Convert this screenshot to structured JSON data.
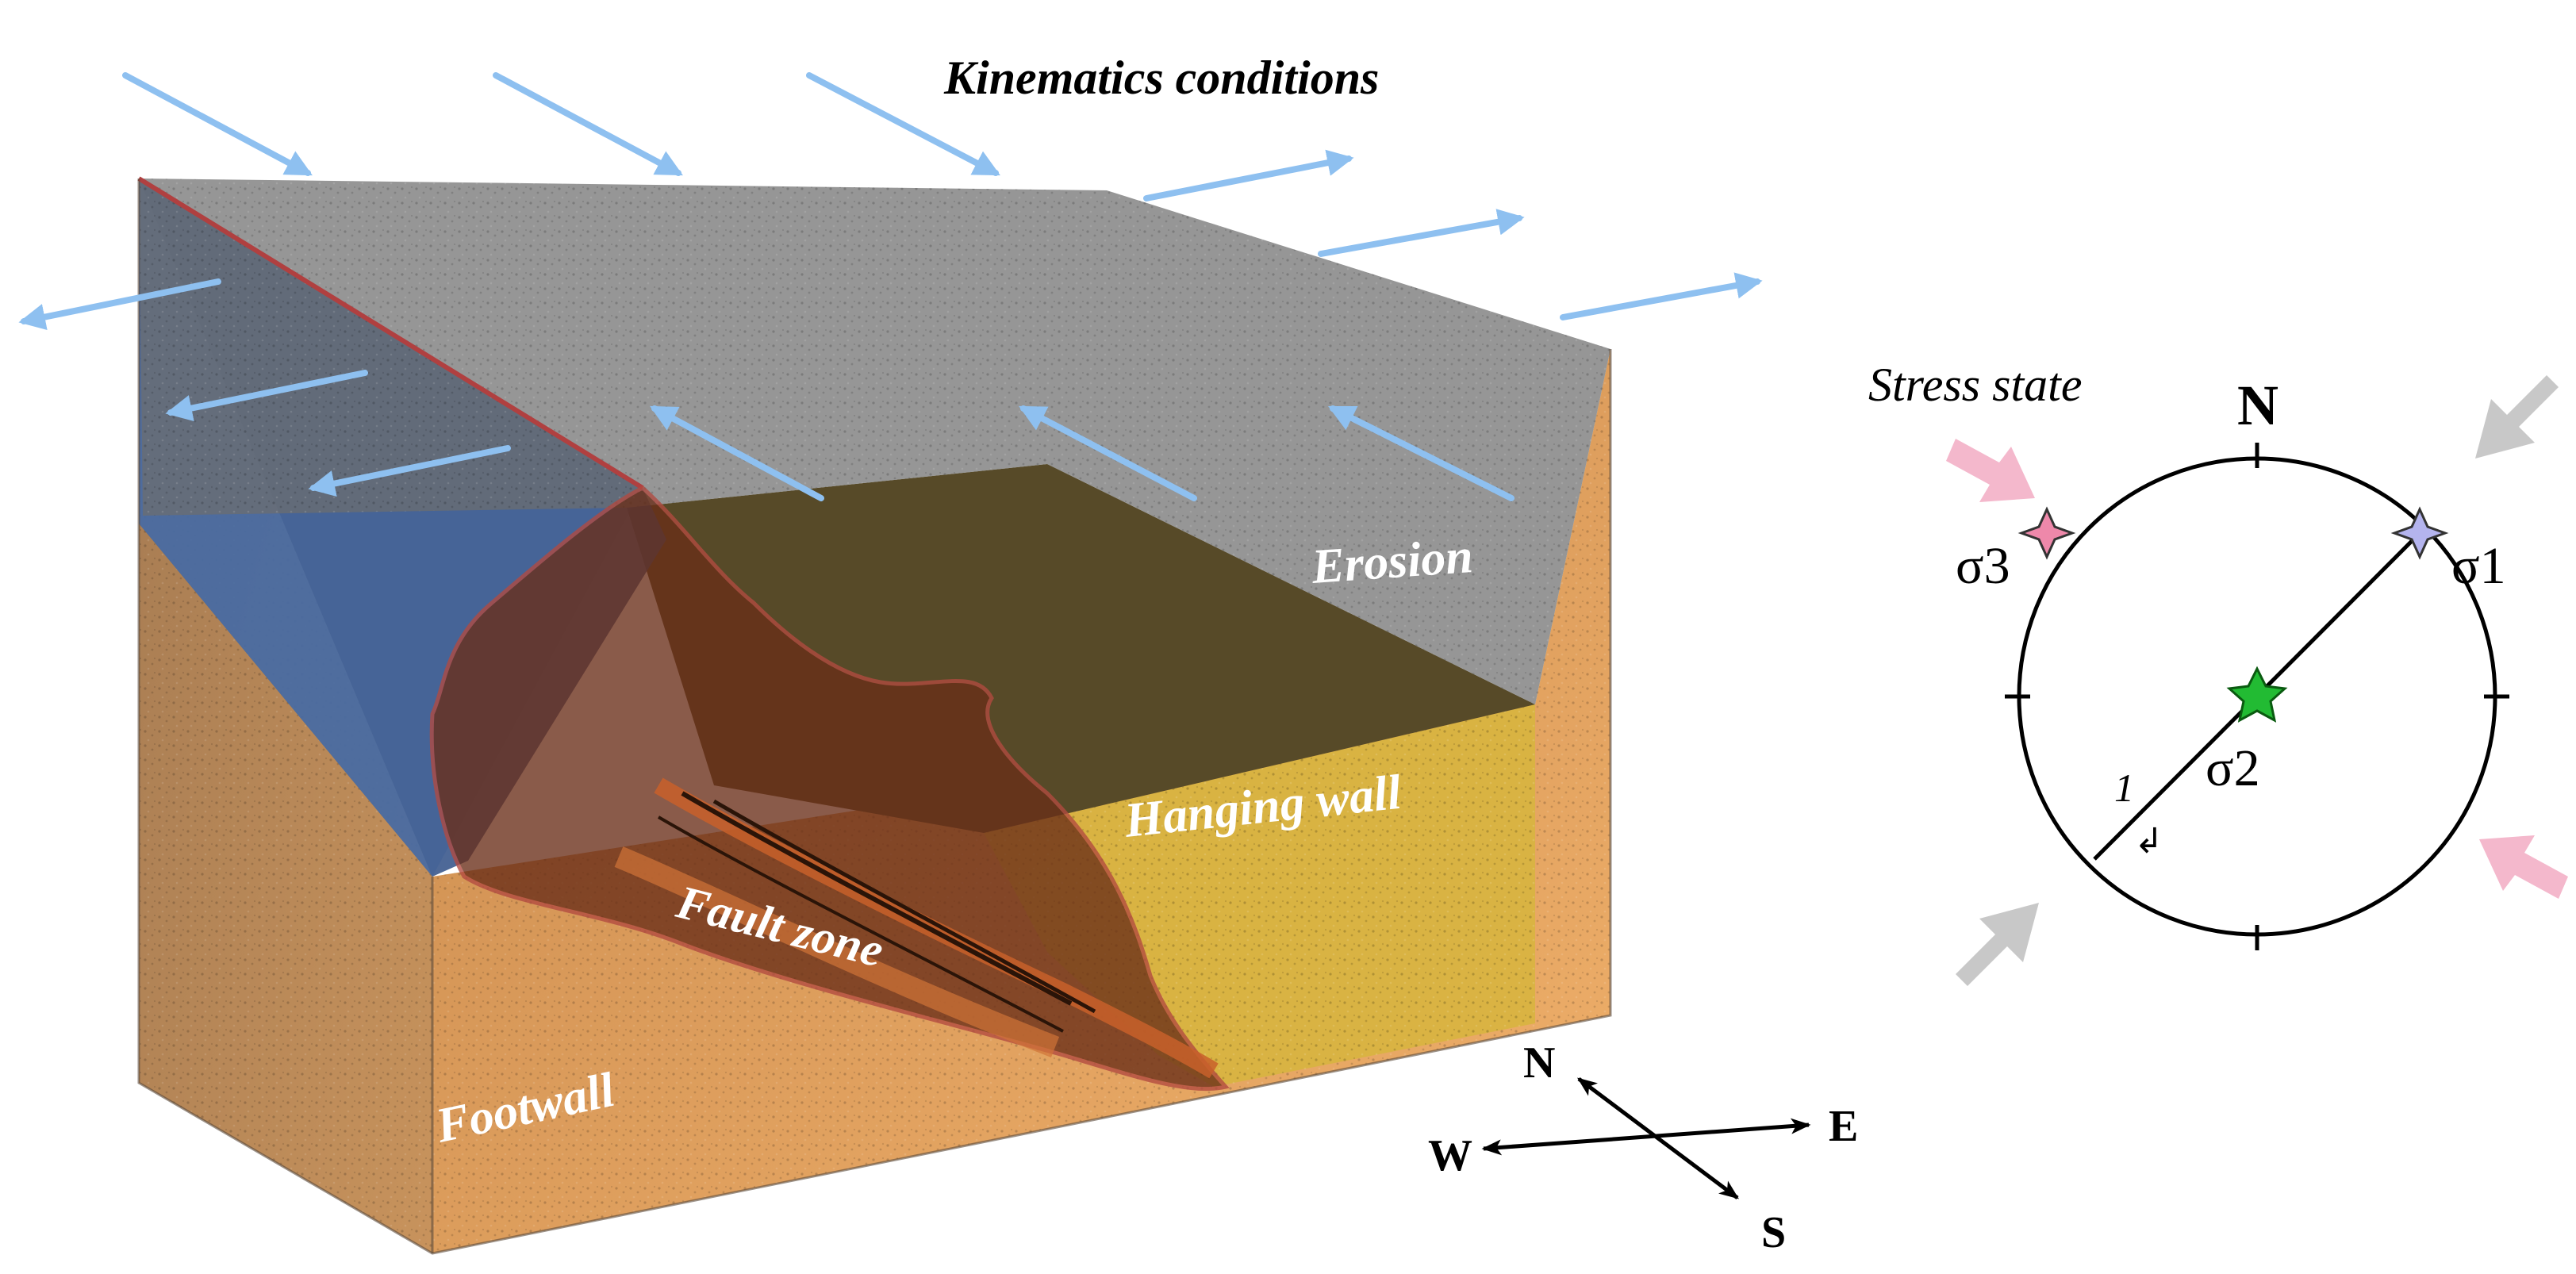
{
  "title": "Kinematics conditions",
  "stress_title": "Stress state",
  "labels": {
    "erosion": "Erosion",
    "hanging_wall": "Hanging wall",
    "fault_zone": "Fault zone",
    "footwall": "Footwall"
  },
  "stereonet": {
    "north": "N",
    "sigma1": "σ1",
    "sigma2": "σ2",
    "sigma3": "σ3",
    "sense_top": "1",
    "sense_bottom": "↲"
  },
  "compass": {
    "n": "N",
    "s": "S",
    "e": "E",
    "w": "W"
  },
  "colors": {
    "kinematic_arrow": "#8ec0f0",
    "top_surface": "#6e6e6e",
    "front_face": "#e8a05a",
    "hanging_wall": "#d8b440",
    "fault_zone": "#7a3a22",
    "left_blue": "#2f4f86",
    "sigma1_star": "#b4b4ee",
    "sigma2_star": "#22bb33",
    "sigma3_star": "#ee88aa",
    "compressive_arrow": "#c8c8c8",
    "extensional_arrow": "#f4b8cc"
  },
  "icons": [
    "kinematic-arrow-icon",
    "star-icon",
    "compressive-arrow-icon",
    "extensional-arrow-icon",
    "compass-arrow-icon"
  ]
}
